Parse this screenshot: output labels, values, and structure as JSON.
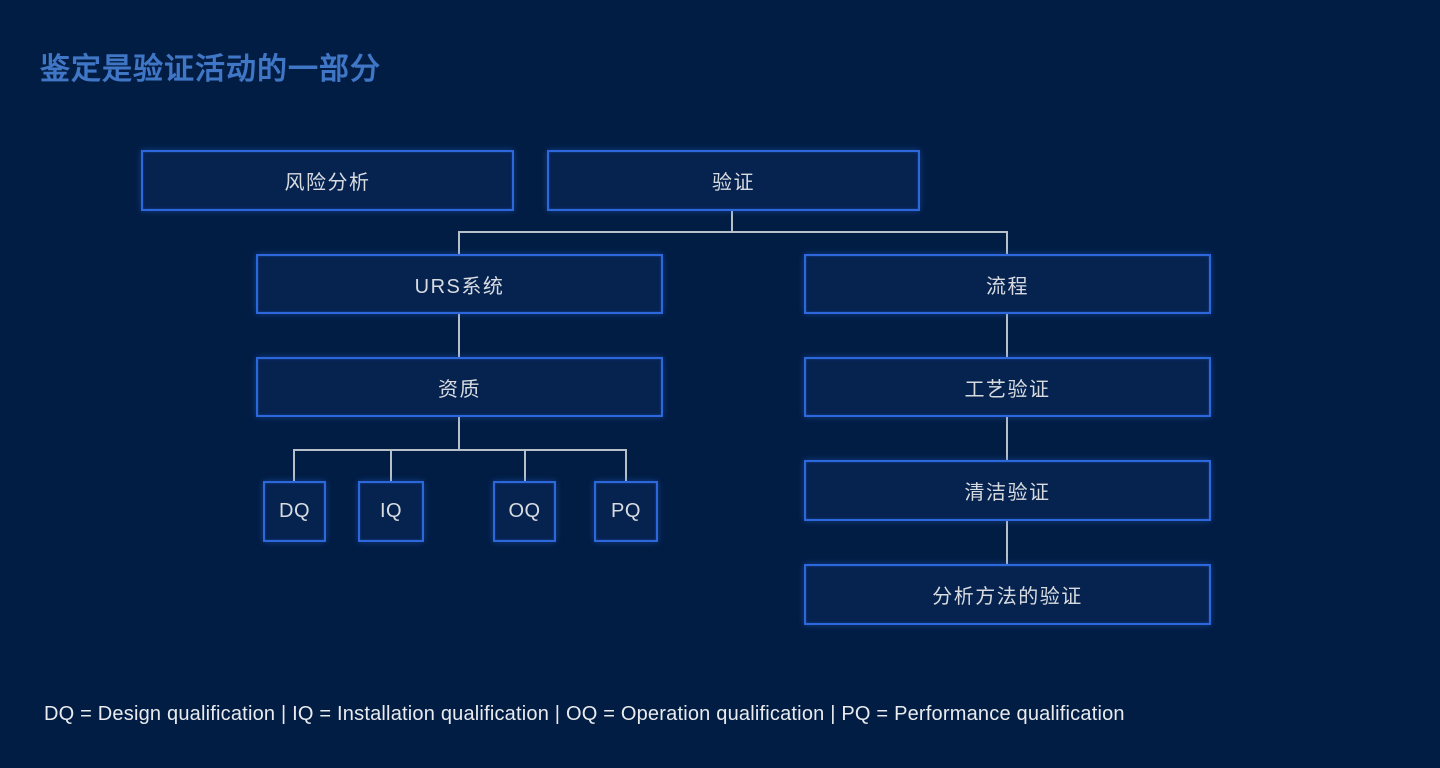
{
  "page": {
    "title": "鉴定是验证活动的一部分"
  },
  "diagram": {
    "nodes": [
      {
        "id": "risk-analysis",
        "label": "风险分析"
      },
      {
        "id": "validation",
        "label": "验证"
      },
      {
        "id": "urs-system",
        "label": "URS系统"
      },
      {
        "id": "process",
        "label": "流程"
      },
      {
        "id": "qualification",
        "label": "资质"
      },
      {
        "id": "process-validation",
        "label": "工艺验证"
      },
      {
        "id": "dq",
        "label": "DQ"
      },
      {
        "id": "iq",
        "label": "IQ"
      },
      {
        "id": "oq",
        "label": "OQ"
      },
      {
        "id": "pq",
        "label": "PQ"
      },
      {
        "id": "cleaning-validation",
        "label": "清洁验证"
      },
      {
        "id": "analytical-method-validation",
        "label": "分析方法的验证"
      }
    ],
    "edges": [
      {
        "from": "validation",
        "to": "urs-system"
      },
      {
        "from": "validation",
        "to": "process"
      },
      {
        "from": "urs-system",
        "to": "qualification"
      },
      {
        "from": "qualification",
        "to": "dq"
      },
      {
        "from": "qualification",
        "to": "iq"
      },
      {
        "from": "qualification",
        "to": "oq"
      },
      {
        "from": "qualification",
        "to": "pq"
      },
      {
        "from": "process",
        "to": "process-validation"
      },
      {
        "from": "process-validation",
        "to": "cleaning-validation"
      },
      {
        "from": "cleaning-validation",
        "to": "analytical-method-validation"
      }
    ]
  },
  "footer": {
    "legend": "DQ = Design qualification | IQ = Installation qualification | OQ = Operation qualification | PQ = Performance qualification"
  },
  "colors": {
    "background": "#021d44",
    "box_border": "#2c68dc",
    "box_fill": "#062350",
    "box_text": "#d8dce1",
    "connector": "#b7bfc9",
    "title_text": "#4076c6",
    "legend_text": "#e9ebee"
  }
}
